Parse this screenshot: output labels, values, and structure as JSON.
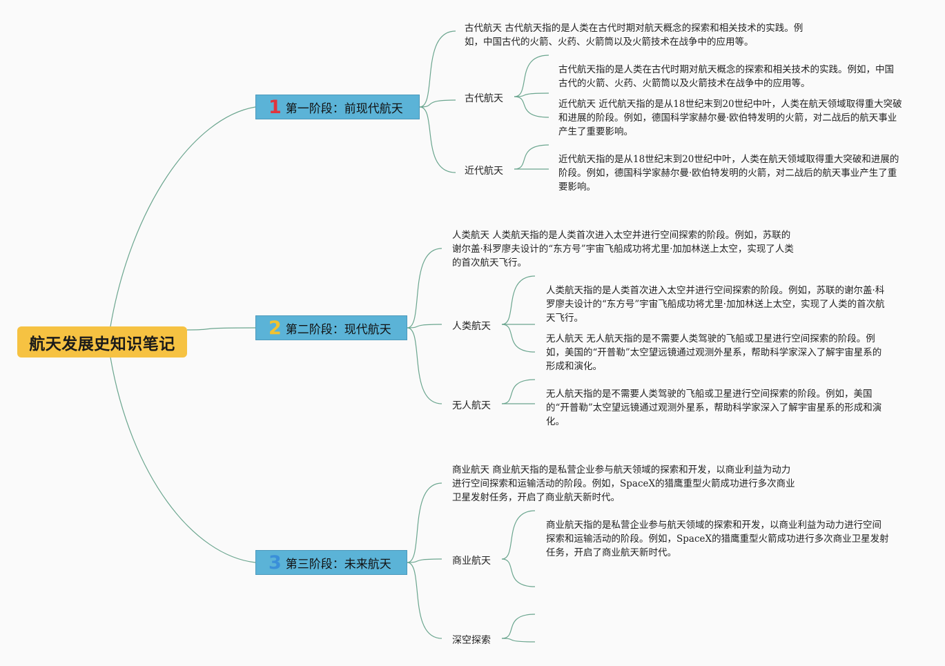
{
  "root": {
    "title": "航天发展史知识笔记"
  },
  "stages": [
    {
      "number": "1",
      "number_color": "#e0343d",
      "label": "第一阶段：前现代航天",
      "summary": "古代航天 古代航天指的是人类在古代时期对航天概念的探索和相关技术的实践。例如，中国古代的火箭、火药、火箭筒以及火箭技术在战争中的应用等。",
      "subtopics": [
        {
          "label": "古代航天",
          "notes": [
            "古代航天指的是人类在古代时期对航天概念的探索和相关技术的实践。例如，中国古代的火箭、火药、火箭筒以及火箭技术在战争中的应用等。",
            "近代航天 近代航天指的是从18世纪末到20世纪中叶，人类在航天领域取得重大突破和进展的阶段。例如，德国科学家赫尔曼·欧伯特发明的火箭，对二战后的航天事业产生了重要影响。"
          ]
        },
        {
          "label": "近代航天",
          "notes": [
            "近代航天指的是从18世纪末到20世纪中叶，人类在航天领域取得重大突破和进展的阶段。例如，德国科学家赫尔曼·欧伯特发明的火箭，对二战后的航天事业产生了重要影响。"
          ]
        }
      ]
    },
    {
      "number": "2",
      "number_color": "#f2c230",
      "label": "第二阶段：现代航天",
      "summary": "人类航天 人类航天指的是人类首次进入太空并进行空间探索的阶段。例如，苏联的谢尔盖·科罗廖夫设计的“东方号”宇宙飞船成功将尤里·加加林送上太空，实现了人类的首次航天飞行。",
      "subtopics": [
        {
          "label": "人类航天",
          "notes": [
            "人类航天指的是人类首次进入太空并进行空间探索的阶段。例如，苏联的谢尔盖·科罗廖夫设计的“东方号”宇宙飞船成功将尤里·加加林送上太空，实现了人类的首次航天飞行。",
            "无人航天 无人航天指的是不需要人类驾驶的飞船或卫星进行空间探索的阶段。例如，美国的“开普勒”太空望远镜通过观测外星系，帮助科学家深入了解宇宙星系的形成和演化。"
          ]
        },
        {
          "label": "无人航天",
          "notes": [
            "无人航天指的是不需要人类驾驶的飞船或卫星进行空间探索的阶段。例如，美国的“开普勒”太空望远镜通过观测外星系，帮助科学家深入了解宇宙星系的形成和演化。"
          ]
        }
      ]
    },
    {
      "number": "3",
      "number_color": "#3a8fd9",
      "label": "第三阶段：未来航天",
      "summary": "商业航天 商业航天指的是私营企业参与航天领域的探索和开发，以商业利益为动力进行空间探索和运输活动的阶段。例如，SpaceX的猎鹰重型火箭成功进行多次商业卫星发射任务，开启了商业航天新时代。",
      "subtopics": [
        {
          "label": "商业航天",
          "notes": [
            "商业航天指的是私营企业参与航天领域的探索和开发，以商业利益为动力进行空间探索和运输活动的阶段。例如，SpaceX的猎鹰重型火箭成功进行多次商业卫星发射任务，开启了商业航天新时代。"
          ]
        },
        {
          "label": "深空探索",
          "notes": []
        }
      ]
    }
  ],
  "colors": {
    "line": "#6aa58e",
    "root_bg": "#f6c242",
    "stage_bg": "#5bb3d7"
  }
}
